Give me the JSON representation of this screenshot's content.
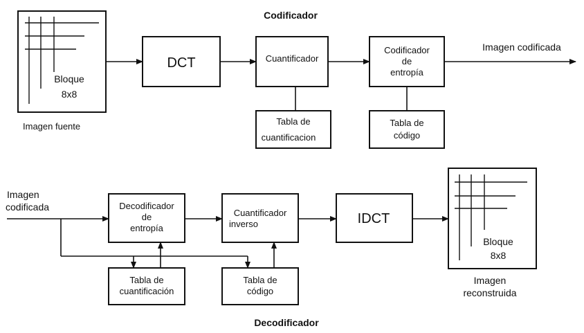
{
  "encoder": {
    "title": "Codificador",
    "source_label": "Imagen fuente",
    "block_label": "Bloque",
    "block_size": "8x8",
    "dct": "DCT",
    "quantizer": "Cuantificador",
    "entropy_line1": "Codificador",
    "entropy_line2": "de",
    "entropy_line3": "entropía",
    "quant_table_line1": "Tabla de",
    "quant_table_line2": "cuantificacion",
    "code_table_line1": "Tabla de",
    "code_table_line2": "código",
    "output_label": "Imagen codificada"
  },
  "decoder": {
    "title": "Decodificador",
    "input_line1": "Imagen",
    "input_line2": "codificada",
    "entropy_line1": "Decodificador",
    "entropy_line2": "de",
    "entropy_line3": "entropía",
    "inv_quant_line1": "Cuantificador",
    "inv_quant_line2": "inverso",
    "idct": "IDCT",
    "quant_table_line1": "Tabla de",
    "quant_table_line2": "cuantificación",
    "code_table_line1": "Tabla de",
    "code_table_line2": "código",
    "block_label": "Bloque",
    "block_size": "8x8",
    "output_line1": "Imagen",
    "output_line2": "reconstruida"
  }
}
